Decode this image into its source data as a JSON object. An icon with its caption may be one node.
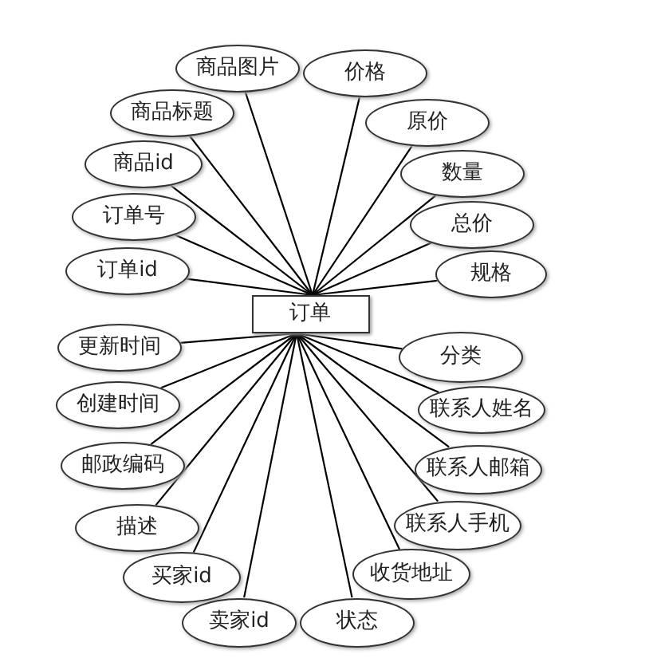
{
  "diagram": {
    "nodes": [
      {
        "text": [
          "订单"
        ]
      },
      {
        "text": [
          "商品图片"
        ]
      },
      {
        "text": [
          "价格"
        ]
      },
      {
        "text": [
          "商品标题"
        ]
      },
      {
        "text": [
          "原价"
        ]
      },
      {
        "text": [
          "商品id"
        ]
      },
      {
        "text": [
          "数量"
        ]
      },
      {
        "text": [
          "订单号"
        ]
      },
      {
        "text": [
          "总价"
        ]
      },
      {
        "text": [
          "订单id"
        ]
      },
      {
        "text": [
          "规格"
        ]
      },
      {
        "text": [
          "更新时间"
        ]
      },
      {
        "text": [
          "分类"
        ]
      },
      {
        "text": [
          "创建时间"
        ]
      },
      {
        "text": [
          "联系人姓名"
        ]
      },
      {
        "text": [
          "邮政编码"
        ]
      },
      {
        "text": [
          "联系人邮箱"
        ]
      },
      {
        "text": [
          "描述"
        ]
      },
      {
        "text": [
          "联系人手机"
        ]
      },
      {
        "text": [
          "买家id"
        ]
      },
      {
        "text": [
          "收货地址"
        ]
      },
      {
        "text": [
          "卖家id"
        ]
      },
      {
        "text": [
          "状态"
        ]
      }
    ],
    "edges": [
      {
        "from": 0,
        "to": 1,
        "arrow": "none"
      },
      {
        "from": 0,
        "to": 2,
        "arrow": "none"
      },
      {
        "from": 0,
        "to": 3,
        "arrow": "none"
      },
      {
        "from": 0,
        "to": 4,
        "arrow": "none"
      },
      {
        "from": 0,
        "to": 5,
        "arrow": "none"
      },
      {
        "from": 0,
        "to": 6,
        "arrow": "none"
      },
      {
        "from": 0,
        "to": 7,
        "arrow": "none"
      },
      {
        "from": 0,
        "to": 8,
        "arrow": "none"
      },
      {
        "from": 0,
        "to": 9,
        "arrow": "none"
      },
      {
        "from": 0,
        "to": 10,
        "arrow": "none"
      },
      {
        "from": 0,
        "to": 11,
        "arrow": "none"
      },
      {
        "from": 0,
        "to": 12,
        "arrow": "none"
      },
      {
        "from": 0,
        "to": 13,
        "arrow": "none"
      },
      {
        "from": 0,
        "to": 14,
        "arrow": "none"
      },
      {
        "from": 0,
        "to": 15,
        "arrow": "none"
      },
      {
        "from": 0,
        "to": 16,
        "arrow": "none"
      },
      {
        "from": 0,
        "to": 17,
        "arrow": "none"
      },
      {
        "from": 0,
        "to": 18,
        "arrow": "none"
      },
      {
        "from": 0,
        "to": 19,
        "arrow": "none"
      },
      {
        "from": 0,
        "to": 20,
        "arrow": "none"
      },
      {
        "from": 0,
        "to": 21,
        "arrow": "none"
      },
      {
        "from": 0,
        "to": 22,
        "arrow": "none"
      }
    ]
  }
}
